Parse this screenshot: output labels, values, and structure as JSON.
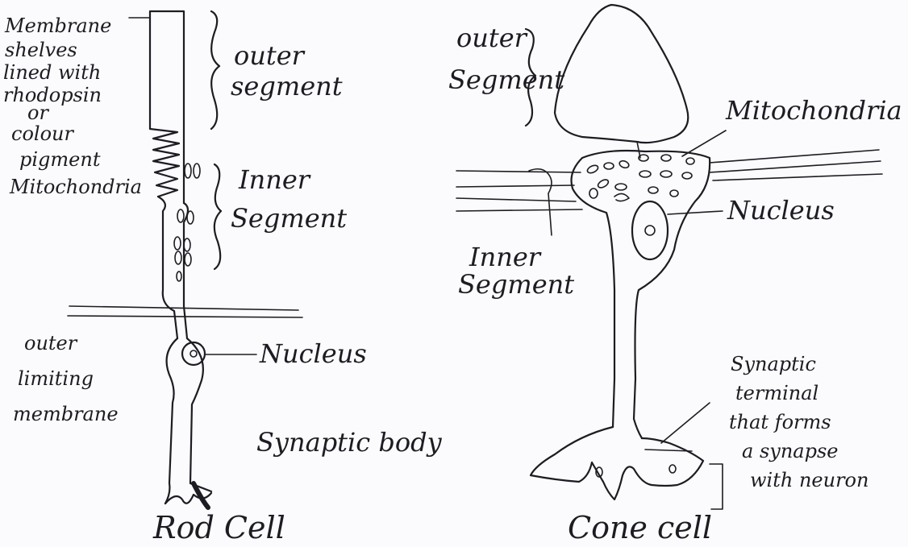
{
  "rod": {
    "title": "Rod Cell",
    "membrane_lines": [
      "Membrane",
      "shelves",
      "lined with",
      "rhodopsin",
      "or",
      "colour",
      "pigment"
    ],
    "mitochondria": "Mitochondria",
    "outer_segment_lines": [
      "outer",
      "segment"
    ],
    "inner_segment_lines": [
      "Inner",
      "Segment"
    ],
    "nucleus": "Nucleus",
    "outer_limiting_lines": [
      "outer",
      "limiting",
      "membrane"
    ],
    "synaptic_body": "Synaptic body"
  },
  "cone": {
    "title": "Cone cell",
    "outer_segment_lines": [
      "outer",
      "Segment"
    ],
    "mitochondria": "Mitochondria",
    "nucleus": "Nucleus",
    "inner_segment_lines": [
      "Inner",
      "Segment"
    ],
    "synaptic_lines": [
      "Synaptic",
      "terminal",
      "that forms",
      "a synapse",
      "with neuron"
    ]
  }
}
